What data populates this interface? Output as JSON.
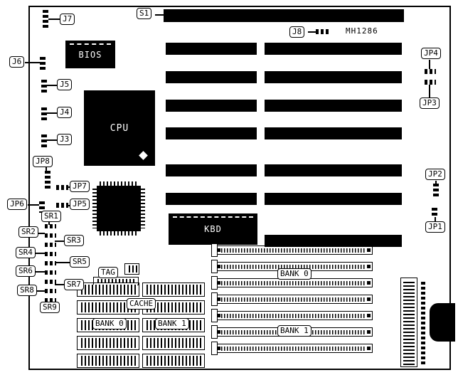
{
  "diagram": {
    "part_number": "MH1286",
    "labels": {
      "j3": "J3",
      "j4": "J4",
      "j5": "J5",
      "j6": "J6",
      "j7": "J7",
      "j8": "J8",
      "jp1": "JP1",
      "jp2": "JP2",
      "jp3": "JP3",
      "jp4": "JP4",
      "jp5": "JP5",
      "jp6": "JP6",
      "jp7": "JP7",
      "jp8": "JP8",
      "s1": "S1",
      "sr1": "SR1",
      "sr2": "SR2",
      "sr3": "SR3",
      "sr4": "SR4",
      "sr5": "SR5",
      "sr6": "SR6",
      "sr7": "SR7",
      "sr8": "SR8",
      "sr9": "SR9",
      "bios": "BIOS",
      "cpu": "CPU",
      "kbd": "KBD",
      "tag": "TAG",
      "cache": "CACHE",
      "cache_bank0": "BANK 0",
      "cache_bank1": "BANK 1",
      "simm_bank0": "BANK 0",
      "simm_bank1": "BANK 1"
    }
  }
}
